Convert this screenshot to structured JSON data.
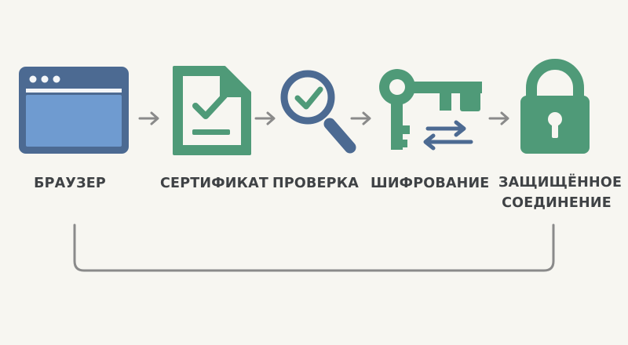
{
  "steps": [
    {
      "id": "browser",
      "label": "БРАУЗЕР",
      "icon": "browser-window-icon"
    },
    {
      "id": "certificate",
      "label": "СЕРТИФИКАТ",
      "icon": "certificate-document-icon"
    },
    {
      "id": "verification",
      "label": "ПРОВЕРКА",
      "icon": "magnifier-check-icon"
    },
    {
      "id": "encryption",
      "label": "ШИФРОВАНИЕ",
      "icon": "key-exchange-icon"
    },
    {
      "id": "secure",
      "label_lines": [
        "ЗАЩИЩЁННОЕ",
        "СОЕДИНЕНИЕ"
      ],
      "icon": "padlock-icon"
    }
  ],
  "colors": {
    "background": "#f7f6f1",
    "blue_dark": "#4c6a92",
    "blue_light": "#6f9bd0",
    "green": "#4f9a78",
    "arrow": "#8a8a8a",
    "text": "#3f4245"
  }
}
